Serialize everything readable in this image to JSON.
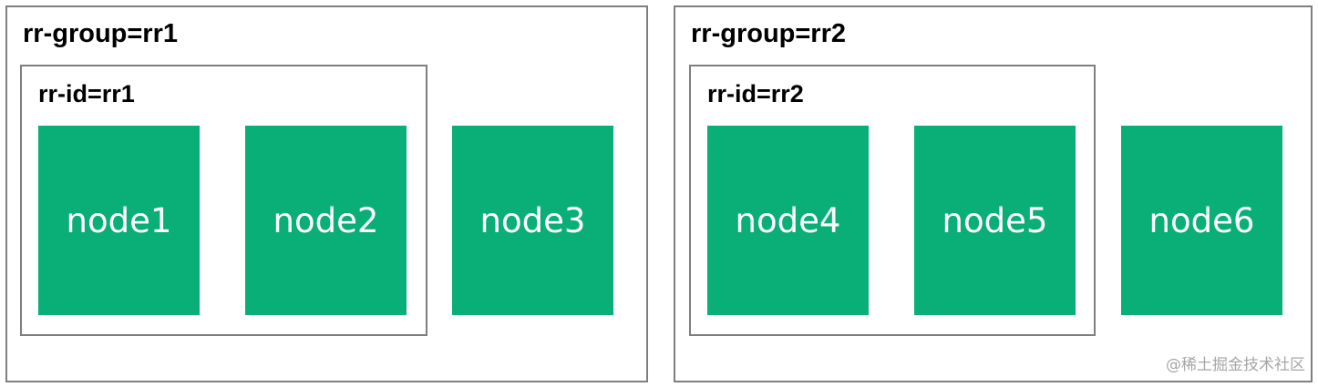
{
  "colors": {
    "node_fill": "#0aae77",
    "border": "#7f7f7f",
    "node_text": "#ffffff"
  },
  "groups": [
    {
      "label": "rr-group=rr1",
      "rr_id_label": "rr-id=rr1",
      "nodes": [
        "node1",
        "node2",
        "node3"
      ]
    },
    {
      "label": "rr-group=rr2",
      "rr_id_label": "rr-id=rr2",
      "nodes": [
        "node4",
        "node5",
        "node6"
      ]
    }
  ],
  "watermark": "@稀土掘金技术社区"
}
